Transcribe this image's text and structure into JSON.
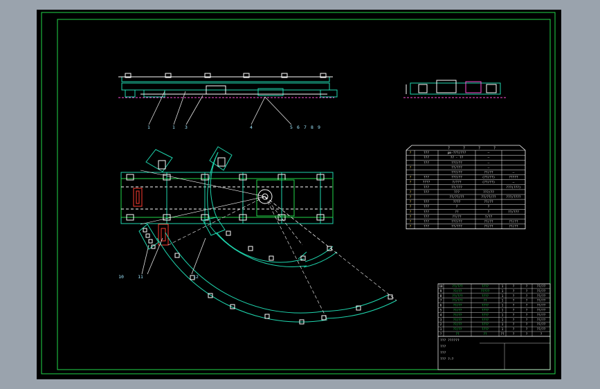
{
  "colors": {
    "frame": "#22d84a",
    "part": "#1fd8b0",
    "detail": "#ffffff",
    "accent_red": "#ff3b30",
    "accent_magenta": "#ff4fd8",
    "leader": "#e6e6e6",
    "label": "#9fe8ff",
    "title_text": "#e8e8e8"
  },
  "balloons": {
    "top_row": [
      "1",
      "1",
      "3",
      "4",
      "5",
      "6",
      "7",
      "8",
      "9"
    ],
    "bottom_row": [
      "10",
      "11",
      "12"
    ]
  },
  "spec_table": {
    "header": [
      "?",
      "?",
      "?",
      "?"
    ],
    "rows": [
      [
        "?",
        "???",
        "pm-???/???",
        "—",
        ""
      ],
      [
        "",
        "???",
        "?? - ??",
        "—",
        ""
      ],
      [
        "",
        "???",
        "???/??",
        "—",
        ""
      ],
      [
        "?",
        "",
        "??/???",
        "—",
        ""
      ],
      [
        "",
        "",
        "???/??",
        "??/??",
        "—"
      ],
      [
        "?",
        "???",
        "???/??",
        "(??/??)",
        "?????"
      ],
      [
        "?",
        "????",
        "?/???",
        "(??/??)",
        "—"
      ],
      [
        "",
        "???",
        "??/???",
        "",
        "???(???)"
      ],
      [
        "?",
        "???",
        "???",
        "???/??",
        ""
      ],
      [
        "?",
        "",
        "??/??/??",
        "??/??/??",
        "???/????"
      ],
      [
        "?",
        "???",
        "????",
        "??/??",
        ""
      ],
      [
        "?",
        "???",
        "?",
        "?",
        ""
      ],
      [
        "?",
        "???",
        "??",
        "?",
        "??/???"
      ],
      [
        "?",
        "???",
        "??/??",
        "?/??",
        ""
      ],
      [
        "?",
        "???",
        "???/??",
        "??/??",
        "??/??"
      ],
      [
        "?",
        "???",
        "??/???",
        "??/??",
        "??/??"
      ]
    ]
  },
  "bom": {
    "rows": [
      [
        "10",
        "??/???",
        "????",
        "1",
        "?",
        "?",
        "??/??"
      ],
      [
        "9",
        "??/??",
        "?????",
        "1",
        "?",
        "?",
        "??/??"
      ],
      [
        "8",
        "??/???",
        "????",
        "1",
        "?",
        "?",
        "??/??"
      ],
      [
        "7",
        "??/???",
        "??",
        "1",
        "?",
        "?",
        "??/??"
      ],
      [
        "6",
        "??/??",
        "????",
        "1",
        "?",
        "?",
        "??/??"
      ],
      [
        "5",
        "??/??",
        "????",
        "1",
        "?",
        "?",
        "??/??"
      ],
      [
        "4",
        "??/??",
        "????",
        "1",
        "?",
        "?",
        "??/??"
      ],
      [
        "3",
        "??/??",
        "????",
        "1",
        "?",
        "?",
        "??/??"
      ],
      [
        "2",
        "??/??",
        "????",
        "1",
        "?",
        "?",
        "??/??"
      ],
      [
        "1",
        "??/??",
        "????",
        "1",
        "?",
        "?",
        "??/??"
      ],
      [
        "?",
        "??",
        "??",
        "??",
        "?",
        "?",
        "?"
      ]
    ],
    "title_lines": [
      "??? ??????",
      "???",
      "???",
      "???  ?:?"
    ]
  }
}
